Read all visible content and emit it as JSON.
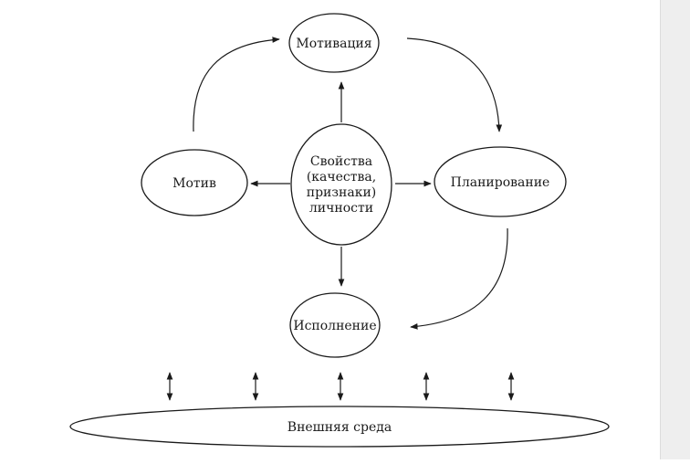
{
  "diagram": {
    "nodes": {
      "center": [
        "Свойства",
        "(качества,",
        "признаки)",
        "личности"
      ],
      "motivation": "Мотивация",
      "motive": "Мотив",
      "planning": "Планирование",
      "execution": "Исполнение",
      "environment": "Внешняя среда"
    },
    "colors": {
      "stroke": "#1a1a1a",
      "background": "#ffffff",
      "side_panel": "#eeeeee"
    }
  }
}
